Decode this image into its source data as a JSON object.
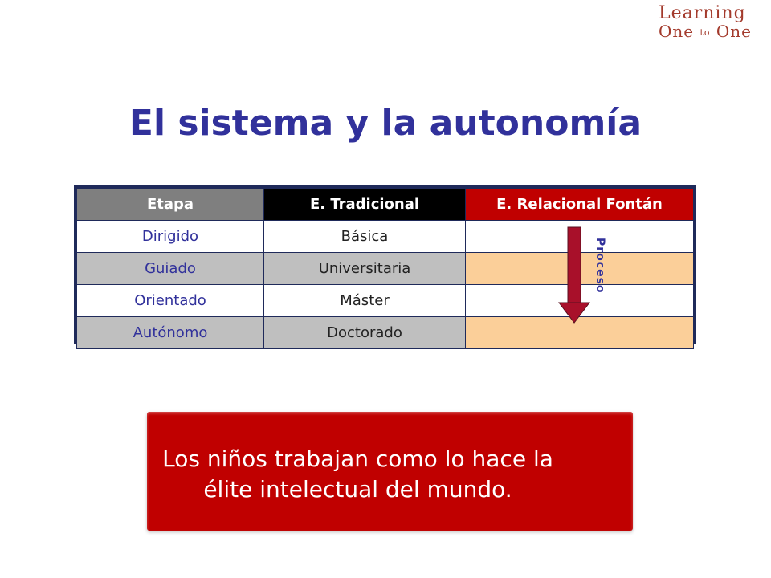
{
  "logo": {
    "line1": "Learning",
    "one_a": "One",
    "to": "to",
    "one_b": "One"
  },
  "title": "El sistema y la autonomía",
  "table": {
    "headers": [
      "Etapa",
      "E. Tradicional",
      "E. Relacional Fontán"
    ],
    "rows": [
      [
        "Dirigido",
        "Básica",
        ""
      ],
      [
        "Guiado",
        "Universitaria",
        ""
      ],
      [
        "Orientado",
        "Máster",
        ""
      ],
      [
        "Autónomo",
        "Doctorado",
        ""
      ]
    ]
  },
  "arrow_label": "Proceso",
  "callout": {
    "line1": "Los niños  trabajan como lo hace la",
    "line2": "élite intelectual del mundo."
  },
  "colors": {
    "title": "#31319b",
    "header_etapa": "#7f7f7f",
    "header_tradicional": "#000000",
    "header_relacional": "#c00000",
    "row_shade": "#bfbfbf",
    "relacional_shade": "#fbcf99",
    "callout": "#c00000",
    "logo": "#a33a2c"
  }
}
